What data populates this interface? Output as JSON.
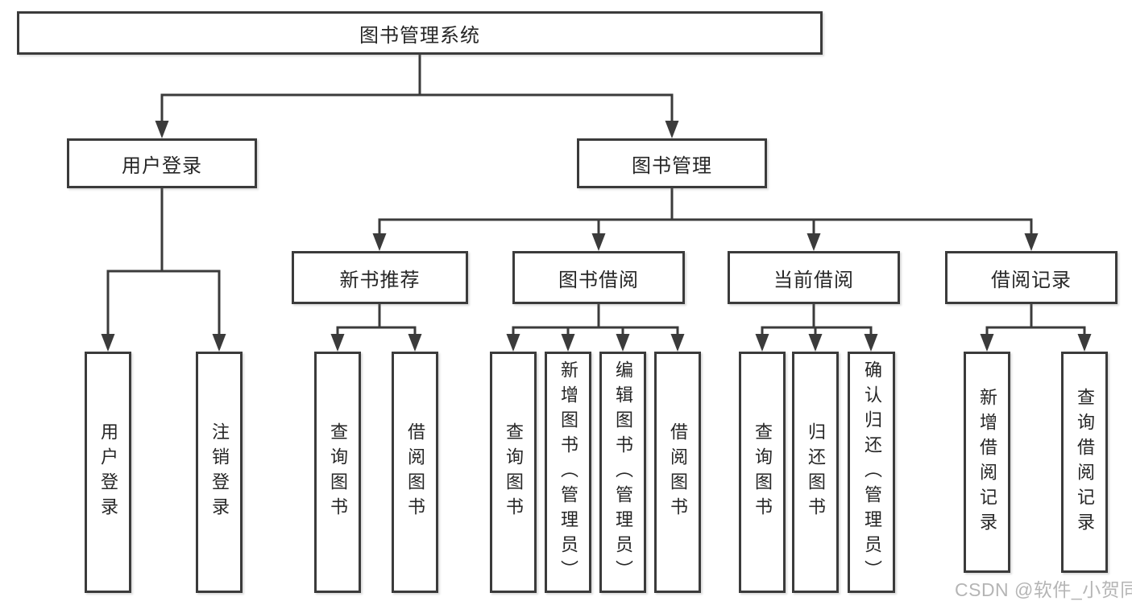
{
  "diagram": {
    "root": {
      "label": "图书管理系统"
    },
    "branches": [
      {
        "label": "用户登录",
        "children": [
          {
            "label": "用户登录"
          },
          {
            "label": "注销登录"
          }
        ]
      },
      {
        "label": "图书管理",
        "children": [
          {
            "label": "新书推荐",
            "children": [
              {
                "label": "查询图书"
              },
              {
                "label": "借阅图书"
              }
            ]
          },
          {
            "label": "图书借阅",
            "children": [
              {
                "label": "查询图书"
              },
              {
                "label": "新增图书（管理员）"
              },
              {
                "label": "编辑图书（管理员）"
              },
              {
                "label": "借阅图书"
              }
            ]
          },
          {
            "label": "当前借阅",
            "children": [
              {
                "label": "查询图书"
              },
              {
                "label": "归还图书"
              },
              {
                "label": "确认归还（管理员）"
              }
            ]
          },
          {
            "label": "借阅记录",
            "children": [
              {
                "label": "新增借阅记录"
              },
              {
                "label": "查询借阅记录"
              }
            ]
          }
        ]
      }
    ]
  },
  "watermark": {
    "text": "CSDN @软件_小贺同学"
  },
  "colors": {
    "line": "#3b3b3b",
    "text": "#262626",
    "box_bg": "#ffffff",
    "watermark": "#b5b5b5"
  }
}
